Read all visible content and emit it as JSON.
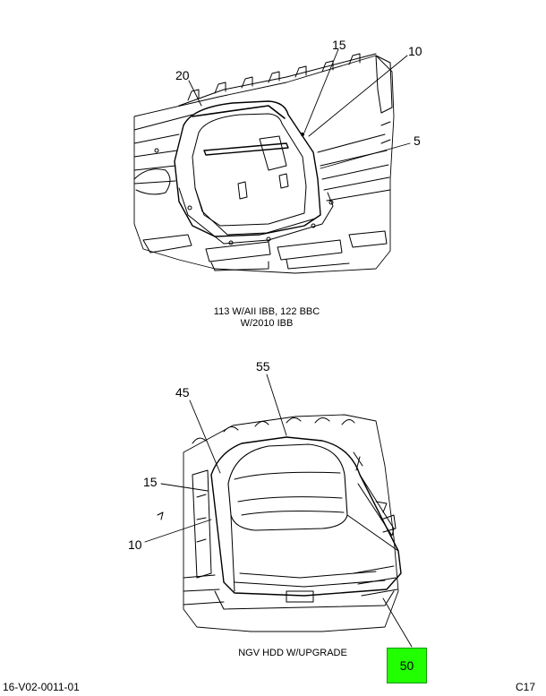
{
  "top_view": {
    "callouts": [
      "15",
      "10",
      "20",
      "5"
    ],
    "caption_line1": "113 W/AII IBB, 122 BBC",
    "caption_line2": "W/2010 IBB"
  },
  "bottom_view": {
    "callouts": [
      "55",
      "45",
      "15",
      "10"
    ],
    "caption": "NGV HDD W/UPGRADE",
    "highlight_callout": "50",
    "highlight_color": "#22ff00"
  },
  "footer": {
    "drawing_number": "16-V02-0011-01",
    "page_code": "C17"
  }
}
